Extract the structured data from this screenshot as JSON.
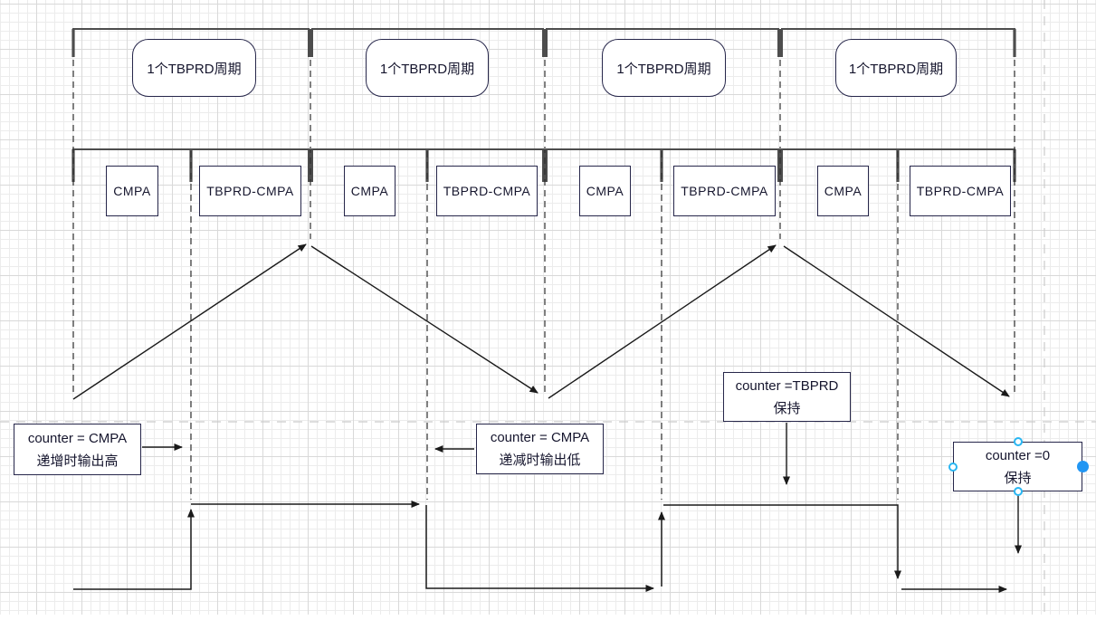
{
  "periods": [
    {
      "label": "1个TBPRD周期"
    },
    {
      "label": "1个TBPRD周期"
    },
    {
      "label": "1个TBPRD周期"
    },
    {
      "label": "1个TBPRD周期"
    }
  ],
  "segments": [
    {
      "label": "CMPA"
    },
    {
      "label": "TBPRD-CMPA"
    },
    {
      "label": "CMPA"
    },
    {
      "label": "TBPRD-CMPA"
    },
    {
      "label": "CMPA"
    },
    {
      "label": "TBPRD-CMPA"
    },
    {
      "label": "CMPA"
    },
    {
      "label": "TBPRD-CMPA"
    }
  ],
  "callouts": [
    {
      "line1": "counter = CMPA",
      "line2": "递增时输出高",
      "selected": false
    },
    {
      "line1": "counter = CMPA",
      "line2": "递减时输出低",
      "selected": false
    },
    {
      "line1": "counter =TBPRD",
      "line2": "保持",
      "selected": false
    },
    {
      "line1": "counter =0",
      "line2": "保持",
      "selected": true
    }
  ],
  "colors": {
    "background": "#ffffff",
    "grid_minor": "#ececec",
    "grid_major": "#d9d9d9",
    "shape_border": "#26264a",
    "shape_text": "#16162e",
    "waveform_line": "#1a1a1a",
    "bracket_line": "#4d4d4d",
    "divider_dash": "#2e2e2e",
    "page_guide": "#cbcbcb",
    "selection_handle": "#29b6f2",
    "selection_handle_solid": "#2196f3"
  }
}
